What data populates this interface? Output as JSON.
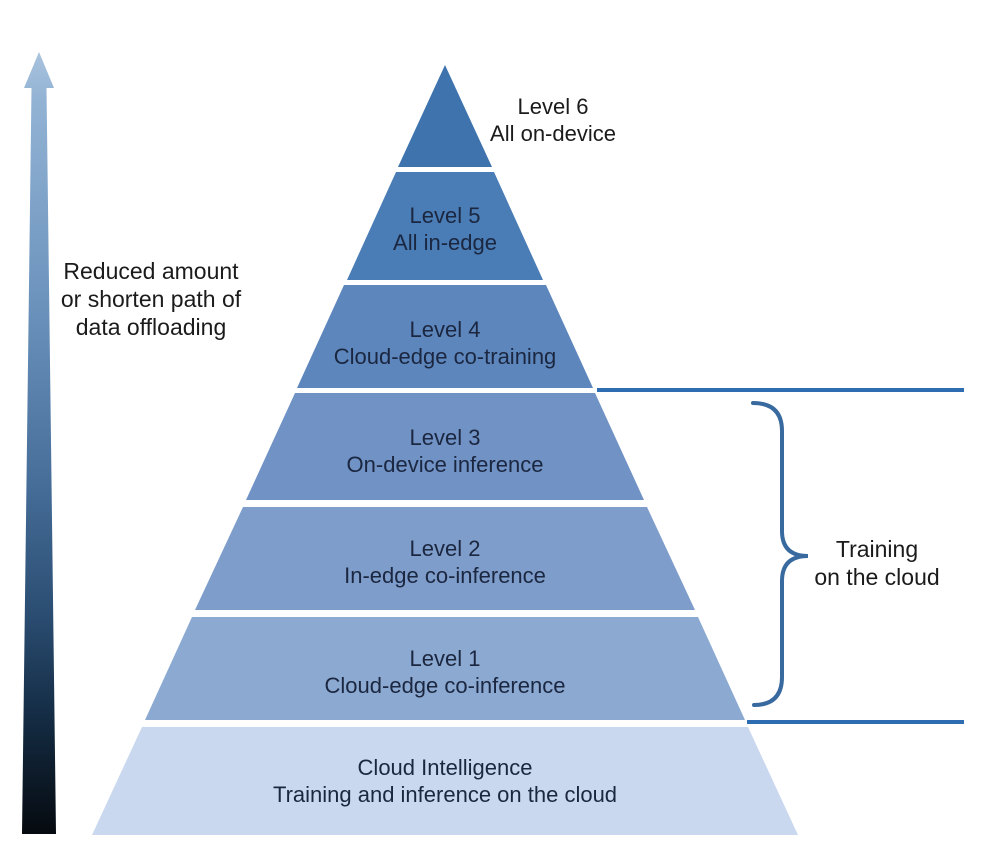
{
  "arrow": {
    "label_lines": [
      "Reduced amount",
      "or shorten path of",
      "data offloading"
    ],
    "gradient_top_to_bottom": [
      "#a9c3de",
      "#93b3d4",
      "#6f96bf",
      "#466e99",
      "#2b4d72",
      "#142c44",
      "#060a0f"
    ]
  },
  "pyramid": {
    "levels": [
      {
        "title": "Level 6",
        "subtitle": "All on-device",
        "color": "#3e73ae"
      },
      {
        "title": "Level 5",
        "subtitle": "All in-edge",
        "color": "#4a7cb5"
      },
      {
        "title": "Level 4",
        "subtitle": "Cloud-edge co-training",
        "color": "#5d86bc"
      },
      {
        "title": "Level 3",
        "subtitle": "On-device inference",
        "color": "#7092c4"
      },
      {
        "title": "Level 2",
        "subtitle": "In-edge co-inference",
        "color": "#7e9dca"
      },
      {
        "title": "Level 1",
        "subtitle": "Cloud-edge co-inference",
        "color": "#8ca9d1"
      },
      {
        "title": "Cloud Intelligence",
        "subtitle": "Training and inference on the cloud",
        "color": "#c9d8ef"
      }
    ],
    "band_text_color": "#1b2740",
    "outside_text_color": "#1b1b1b"
  },
  "annotation": {
    "label_lines": [
      "Training",
      "on the cloud"
    ],
    "brace_color": "#38699f",
    "line_color": "#2f6db3"
  }
}
